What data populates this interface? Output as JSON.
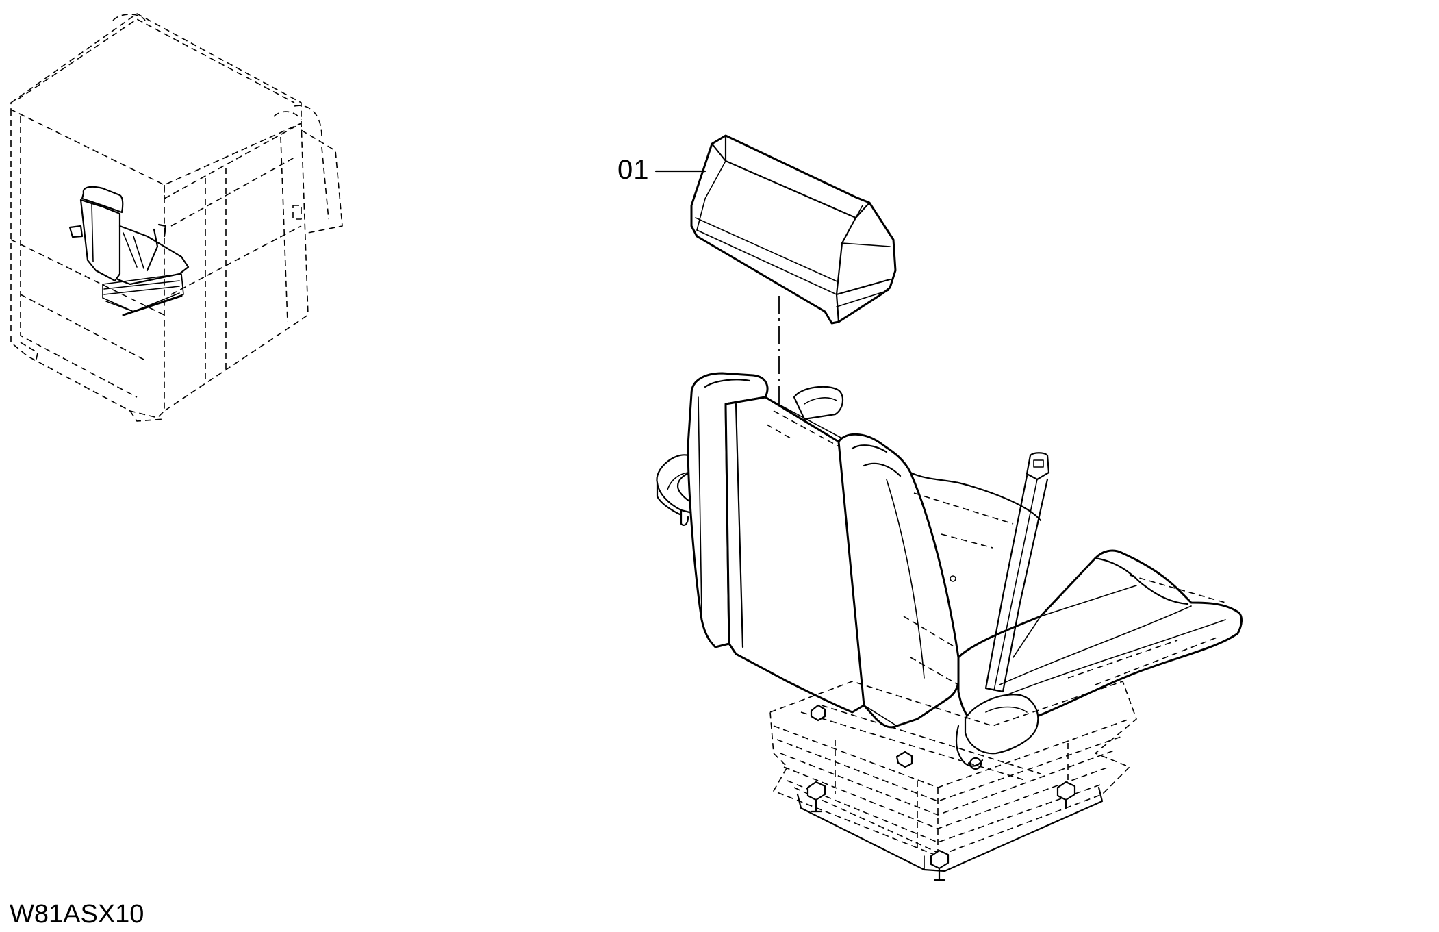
{
  "diagram": {
    "callout_label": "01",
    "drawing_code": "W81ASX10",
    "parts": [
      {
        "name": "cab-outline"
      },
      {
        "name": "operator-seat"
      },
      {
        "name": "headrest"
      }
    ]
  }
}
